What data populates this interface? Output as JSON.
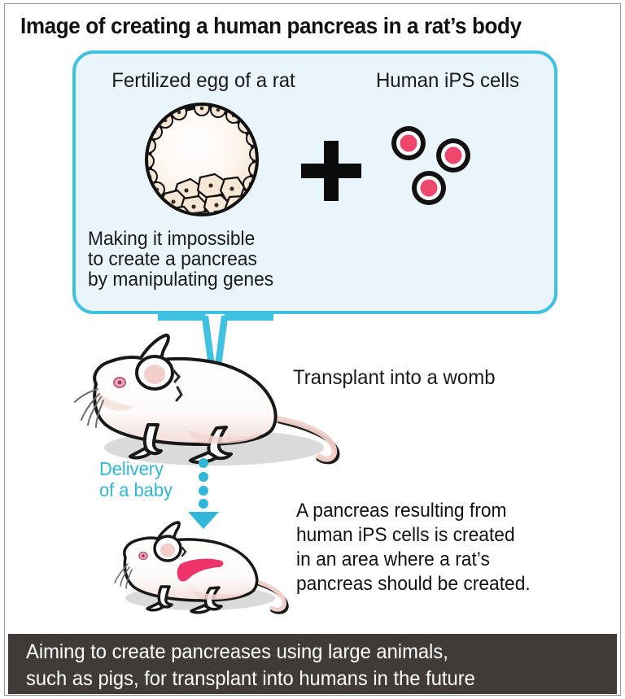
{
  "title": "Image of creating a human pancreas in a rat’s body",
  "callout": {
    "egg_label": "Fertilized egg of a rat",
    "ips_label": "Human iPS cells",
    "plus_symbol": "+",
    "gene_text_lines": [
      "Making it impossible",
      "to create a pancreas",
      "by manipulating genes"
    ]
  },
  "steps": {
    "transplant_label": "Transplant into a womb",
    "delivery_lines": [
      "Delivery",
      "of a baby"
    ],
    "result_lines": [
      "A pancreas resulting from",
      "human iPS cells is created",
      "in an area where a rat’s",
      "pancreas should be created."
    ]
  },
  "banner": {
    "line1": "Aiming to create pancreases using large animals,",
    "line2": "such as pigs, for transplant into humans in the future"
  },
  "colors": {
    "callout_border": "#3fc1e0",
    "callout_fill": "#e9f5fb",
    "accent_cyan": "#2fb6d8",
    "cell_pink": "#ef466e",
    "pancreas_pink": "#f0336a",
    "banner_bg": "#403b37",
    "frame_border": "#9a9a9a",
    "egg_cell_fill": "#f6e7d7",
    "rat_shadow": "#d2d2d2"
  },
  "icons": {
    "egg": "blastocyst-icon",
    "ips": "ips-cells-icon",
    "plus": "plus-icon",
    "rat_adult": "adult-rat-icon",
    "rat_baby": "baby-rat-icon",
    "arrow": "dotted-down-arrow-icon",
    "tail": "speech-bubble-tail-icon"
  }
}
